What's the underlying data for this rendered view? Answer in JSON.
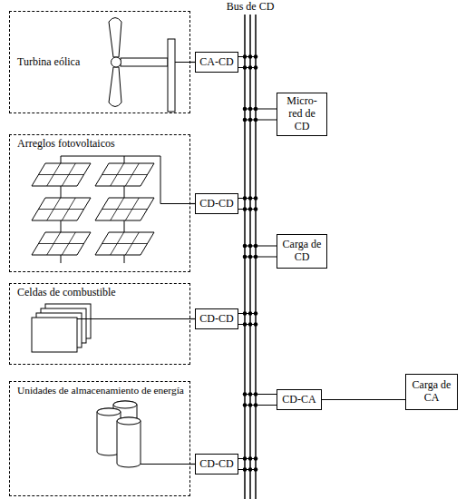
{
  "diagram": {
    "nodes": [
      {
        "text": [
          "Bus de CD"
        ]
      },
      {
        "text": [
          "Turbina eólica"
        ]
      },
      {
        "text": [
          "CA-CD"
        ]
      },
      {
        "text": [
          "Micro-red de CD"
        ]
      },
      {
        "text": [
          "Arreglos fotovoltaicos"
        ]
      },
      {
        "text": [
          "CD-CD"
        ]
      },
      {
        "text": [
          "Carga de CD"
        ]
      },
      {
        "text": [
          "Celdas de combustible"
        ]
      },
      {
        "text": [
          "CD-CD"
        ]
      },
      {
        "text": [
          "CD-CA"
        ]
      },
      {
        "text": [
          "Carga de CA"
        ]
      },
      {
        "text": [
          "Unidades de almacenamiento de energía"
        ]
      },
      {
        "text": [
          "CD-CD"
        ]
      }
    ],
    "edges": [
      {
        "from": 1,
        "to": 2,
        "arrow": "none"
      },
      {
        "from": 2,
        "to": 0,
        "arrow": "none"
      },
      {
        "from": 0,
        "to": 3,
        "arrow": "none"
      },
      {
        "from": 4,
        "to": 5,
        "arrow": "none"
      },
      {
        "from": 5,
        "to": 0,
        "arrow": "none"
      },
      {
        "from": 0,
        "to": 6,
        "arrow": "none"
      },
      {
        "from": 7,
        "to": 8,
        "arrow": "none"
      },
      {
        "from": 8,
        "to": 0,
        "arrow": "none"
      },
      {
        "from": 0,
        "to": 9,
        "arrow": "none"
      },
      {
        "from": 9,
        "to": 10,
        "arrow": "none"
      },
      {
        "from": 11,
        "to": 12,
        "arrow": "none"
      },
      {
        "from": 12,
        "to": 0,
        "arrow": "none"
      }
    ]
  }
}
